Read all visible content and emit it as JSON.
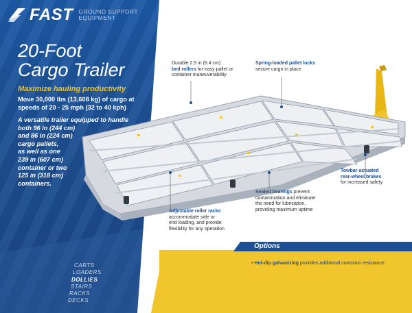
{
  "brand": {
    "name": "FAST",
    "sub_line1": "GROUND SUPPORT",
    "sub_line2": "EQUIPMENT"
  },
  "title_line1": "20-Foot",
  "title_line2": "Cargo Trailer",
  "tagline": "Maximize hauling productivity",
  "spec_line1": "Move 30,000 lbs (13,608 kg) of cargo at",
  "spec_line2": "speeds of 20 - 25 mph (32 to 40 kph)",
  "description": [
    "A versatile trailer equipped to handle",
    "both 96 in (244 cm)",
    "and 86 in (224 cm)",
    "cargo pallets,",
    "as well as one",
    "239 in (607 cm)",
    "container or two",
    "125 in (318 cm)",
    "containers."
  ],
  "products": [
    "CARTS",
    "LOADERS",
    "DOLLIES",
    "STAIRS",
    "RACKS",
    "DECKS"
  ],
  "callouts": {
    "bed_rollers": {
      "line1": "Durable 2.5 in (6.4 cm)",
      "bold": "bed rollers",
      "line2_rest": " for easy pallet or",
      "line3": "container maneuverability"
    },
    "pallet_locks": {
      "bold": "Spring-loaded pallet locks",
      "line2": "secure cargo in place"
    },
    "brakes": {
      "bold1": "Towbar-actuated",
      "bold2": "rear-wheel brakes",
      "line3": "for increased safety"
    },
    "bearings": {
      "bold": "Sealed bearings",
      "line1_rest": " prevent",
      "line2": "contamination and eliminate",
      "line3": "the need for lubrication,",
      "line4": "providing maximum uptime"
    },
    "roller_racks": {
      "bold": "Adjustable roller racks",
      "line2": "accommodate side or",
      "line3": "end loading, and provide",
      "line4": "flexibility for any operation"
    }
  },
  "options": {
    "heading": "Options",
    "item_bold": "Hot-dip galvanizing",
    "item_rest": " provides additional corrosion resistance"
  },
  "colors": {
    "brand_blue": "#1c4f94",
    "accent_yellow": "#f1c52c",
    "trailer_gray": "#c9ced6"
  }
}
